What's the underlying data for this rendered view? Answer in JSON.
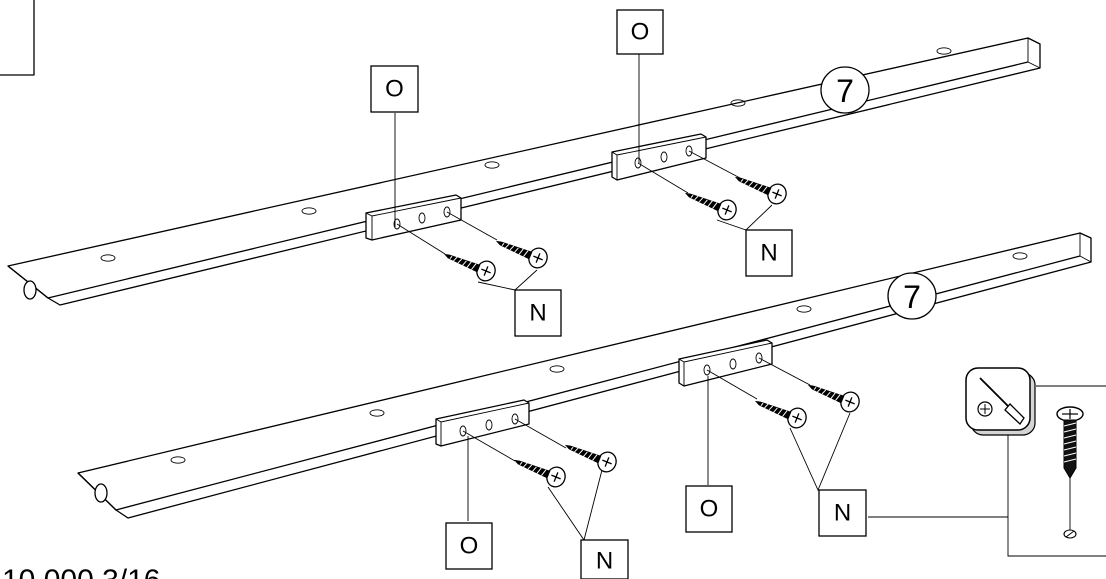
{
  "labels": {
    "block": "O",
    "screw": "N",
    "step": "7"
  },
  "footer": {
    "reference": "10 000  3/16"
  },
  "colors": {
    "line": "#000000",
    "background": "#ffffff",
    "tool_box": "#d4d4d4"
  },
  "icons": [
    "screwdriver-icon",
    "phillips-head-icon",
    "screw-icon"
  ]
}
